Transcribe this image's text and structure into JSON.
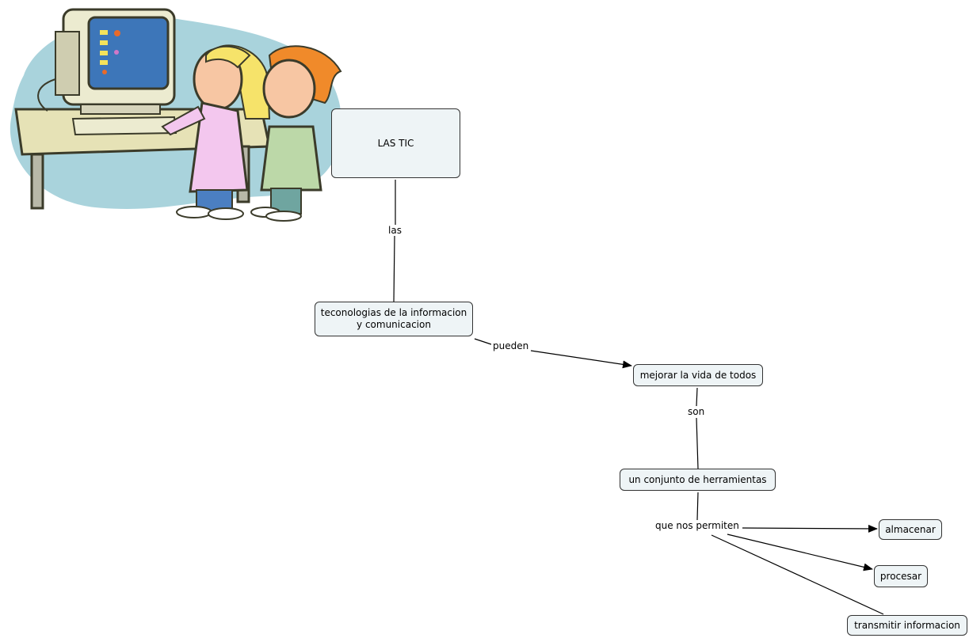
{
  "concept_map": {
    "nodes": {
      "las_tic": "LAS TIC",
      "tecnologias": "teconologias de la informacion\ny comunicacion",
      "mejorar": "mejorar la vida de todos",
      "conjunto": "un conjunto de herramientas",
      "almacenar": "almacenar",
      "procesar": "procesar",
      "transmitir": "transmitir informacion"
    },
    "links": {
      "las": "las",
      "pueden": "pueden",
      "son": "son",
      "que_nos_permiten": "que nos permiten"
    }
  },
  "clipart": {
    "description_icon": "children-at-computer-icon"
  },
  "colors": {
    "node_fill": "#eef4f6",
    "node_border": "#333333",
    "blob": "#a9d3dc"
  }
}
